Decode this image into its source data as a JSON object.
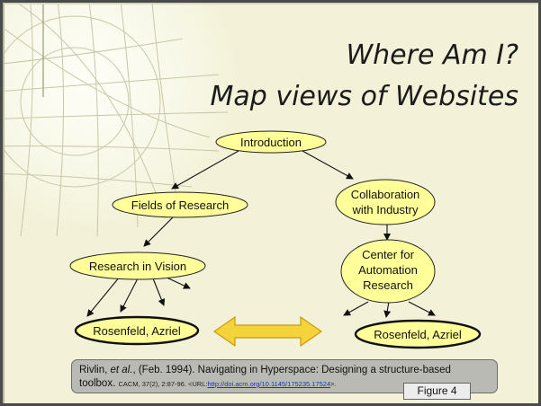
{
  "slide": {
    "title_line1": "Where Am I?",
    "title_line2": "Map views of Websites"
  },
  "diagram": {
    "nodes": {
      "introduction": "Introduction",
      "fields_of_research": "Fields of Research",
      "collaboration_line1": "Collaboration",
      "collaboration_line2": "with Industry",
      "research_in_vision": "Research in Vision",
      "center_line1": "Center for",
      "center_line2": "Automation",
      "center_line3": "Research",
      "rosenfeld_left": "Rosenfeld, Azriel",
      "rosenfeld_right": "Rosenfeld, Azriel"
    },
    "node_fill": "#ffff99",
    "node_stroke": "#222222",
    "arrow_fill": "#f5d33a"
  },
  "citation": {
    "author": "Rivlin, ",
    "etal": "et al.",
    "rest_line1": ", (Feb. 1994). Navigating in Hyperspace: Designing a structure-based",
    "line2_start": "toolbox. ",
    "source": "CACM, 37(2), 2:87-96. <URL:",
    "url": "http://doi.acm.org/10.1145/175235.17524",
    "url_end": ">.",
    "figure_label": "Figure 4"
  }
}
